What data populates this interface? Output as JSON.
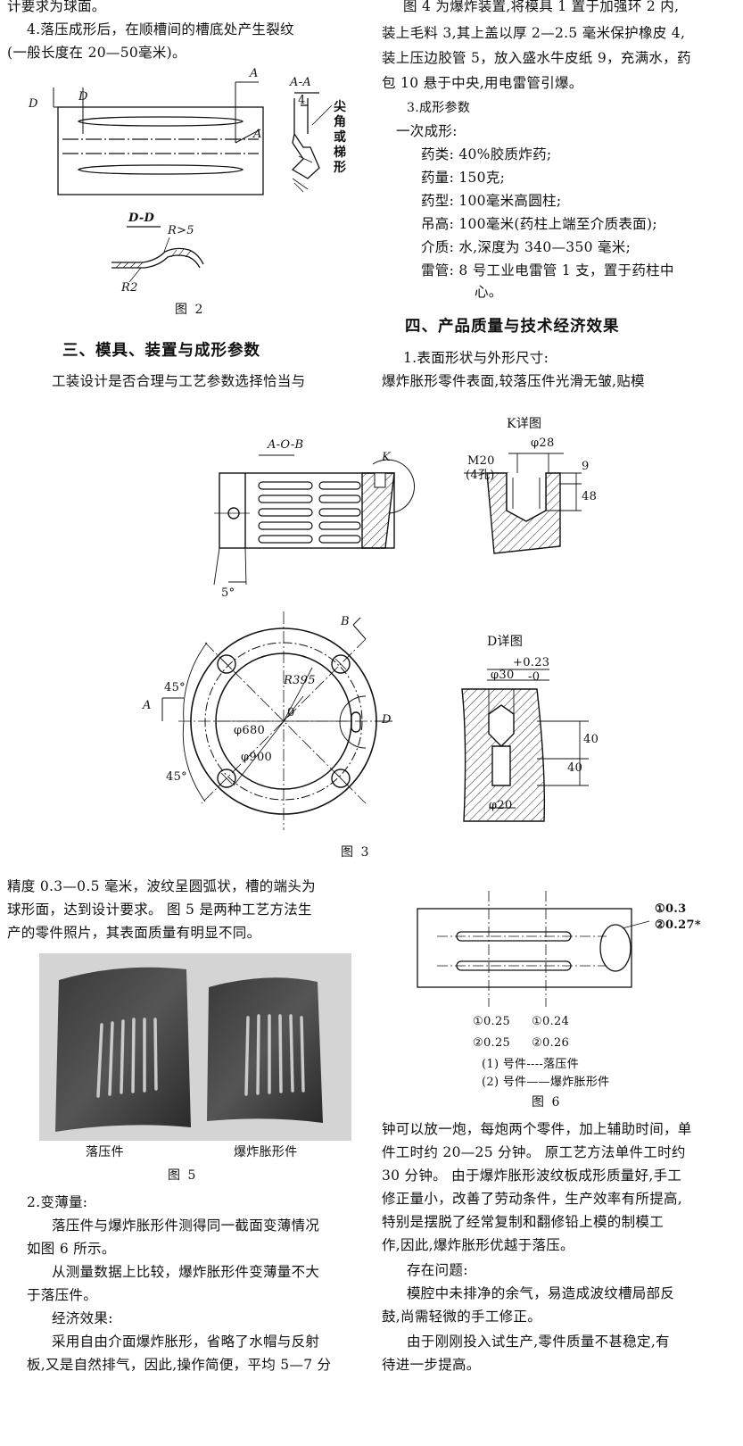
{
  "left_top": {
    "line1": "计要求为球面。",
    "line2": "4.落压成形后，在顺槽间的槽底处产生裂纹",
    "line3": "(一般长度在 20—50毫米)。"
  },
  "fig2": {
    "label_D": "D",
    "label_A": "A",
    "label_AA": "A-A",
    "label_4": "4",
    "side_note": [
      "尖",
      "角",
      "或",
      "梯",
      "形"
    ],
    "label_DD": "D-D",
    "label_R5": "R>5",
    "label_R2": "R2",
    "caption": "图   2"
  },
  "section3": {
    "heading": "三、模具、装置与成形参数",
    "line1": "工装设计是否合理与工艺参数选择恰当与"
  },
  "right_top": {
    "line1": "图 4 为爆炸装置,将模具 1 置于加强环 2 内,",
    "line2": "装上毛料 3,其上盖以厚 2—2.5 毫米保护橡皮 4,",
    "line3": "装上压边胶管 5，放入盛水牛皮纸 9，充满水，药",
    "line4": "包 10 悬于中央,用电雷管引爆。",
    "sub3": "3.成形参数",
    "once": "一次成形:",
    "params": [
      "药类: 40%胶质炸药;",
      "药量: 150克;",
      "药型: 100毫米高圆柱;",
      "吊高: 100毫米(药柱上端至介质表面);",
      "介质: 水,深度为 340—350 毫米;",
      "雷管:  8 号工业电雷管 1 支，置于药柱中",
      "心。"
    ]
  },
  "section4": {
    "heading": "四、产品质量与技术经济效果",
    "sub1": "1.表面形状与外形尺寸:",
    "line1": "爆炸胀形零件表面,较落压件光滑无皱,贴模"
  },
  "fig3": {
    "label_AOB": "A-O-B",
    "label_K": "K",
    "label_5deg": "5°",
    "kdetail_title": "K详图",
    "label_phi28": "φ28",
    "label_M20": "M20",
    "label_4holes": "(4孔)",
    "label_9": "9",
    "label_48": "48",
    "label_45a": "45°",
    "label_45b": "45°",
    "label_A": "A",
    "label_B": "B",
    "label_R395": "R395",
    "label_phi680": "φ680",
    "label_phi900": "φ900",
    "label_0": "0",
    "label_D": "D",
    "ddetail_title": "D详图",
    "label_tol_plus": "+0.23",
    "label_tol_zero": "-0",
    "label_phi30": "φ30",
    "label_40a": "40",
    "label_40b": "40",
    "label_phi20": "φ20",
    "caption": "图   3"
  },
  "left_mid": {
    "line1": "精度 0.3—0.5 毫米，波纹呈圆弧状，槽的端头为",
    "line2": "球形面，达到设计要求。 图 5 是两种工艺方法生",
    "line3": "产的零件照片，其表面质量有明显不同。"
  },
  "fig5": {
    "left_label": "落压件",
    "right_label": "爆炸胀形件",
    "caption": "图     5"
  },
  "fig6": {
    "val_top1": "①0.3",
    "val_top2": "②0.27*",
    "val_l1": "①0.25",
    "val_l2": "②0.25",
    "val_r1": "①0.24",
    "val_r2": "②0.26",
    "legend1": "(1) 号件----落压件",
    "legend2": "(2) 号件——爆炸胀形件",
    "caption": "图     6"
  },
  "left_bottom": {
    "sub2": "2.变薄量:",
    "p1a": "落压件与爆炸胀形件测得同一截面变薄情况",
    "p1b": "如图 6 所示。",
    "p2a": "从测量数据上比较，爆炸胀形件变薄量不大",
    "p2b": "于落压件。",
    "econ": "经济效果:",
    "p3a": "采用自由介面爆炸胀形，省略了水帽与反射",
    "p3b": "板,又是自然排气，因此,操作简便，平均 5—7 分"
  },
  "right_bottom": {
    "l1": "钟可以放一炮，每炮两个零件，加上辅助时间，单",
    "l2": "件工时约 20—25 分钟。 原工艺方法单件工时约",
    "l3": "30 分钟。 由于爆炸胀形波纹板成形质量好,手工",
    "l4": "修正量小，改善了劳动条件，生产效率有所提高,",
    "l5": "特别是摆脱了经常复制和翻修铅上模的制模工",
    "l6": "作,因此,爆炸胀形优越于落压。",
    "problems": "存在问题:",
    "l7": "模腔中未排净的余气，易造成波纹槽局部反",
    "l8": "鼓,尚需轻微的手工修正。",
    "l9": "由于刚刚投入试生产,零件质量不甚稳定,有",
    "l10": "待进一步提高。"
  }
}
